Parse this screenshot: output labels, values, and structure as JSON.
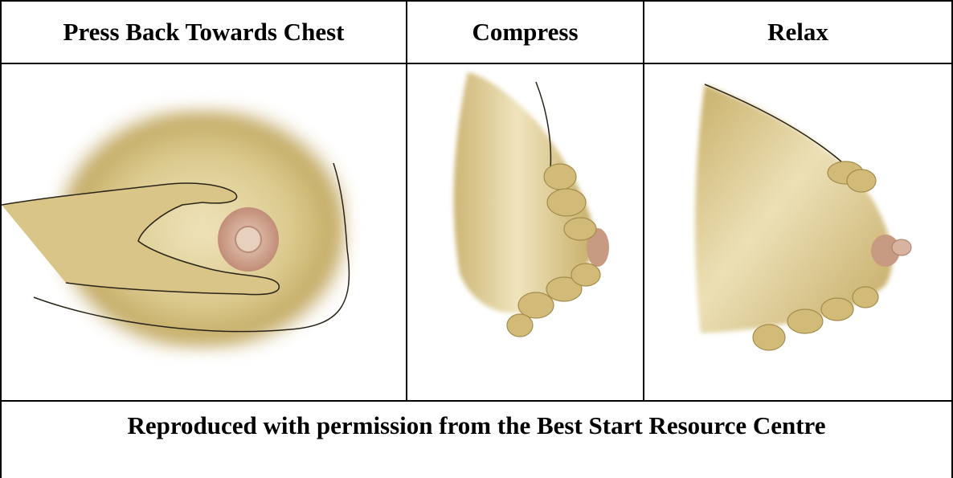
{
  "table": {
    "headers": [
      "Press Back Towards Chest",
      "Compress",
      "Relax"
    ],
    "caption": "Reproduced with permission from the Best Start Resource Centre"
  },
  "illustrations": [
    {
      "icon": "hand-pressing-breast-illustration"
    },
    {
      "icon": "hand-compressing-breast-illustration"
    },
    {
      "icon": "hand-relaxing-breast-illustration"
    }
  ],
  "colors": {
    "skin": "#d9c587",
    "skin_light": "#eee2b8",
    "skin_dark": "#b49a55",
    "areola": "#c79a82",
    "outline": "#2a2418",
    "border": "#000000"
  }
}
